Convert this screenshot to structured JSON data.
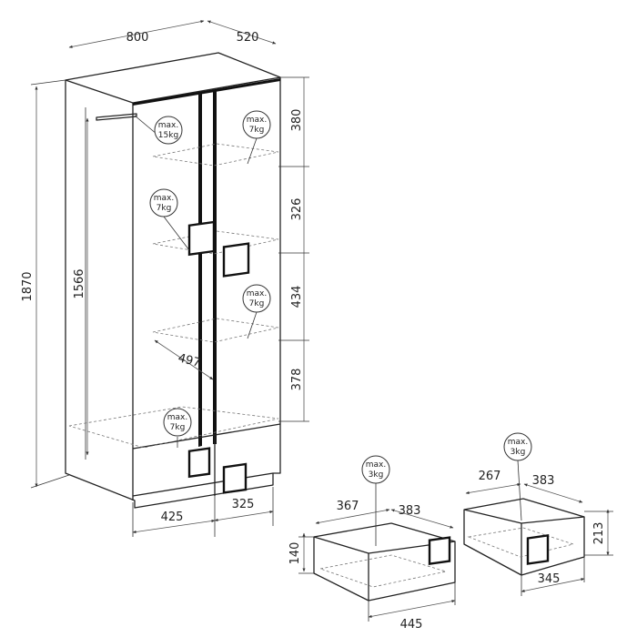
{
  "wardrobe": {
    "dimensions": {
      "width": "800",
      "depth": "520",
      "height": "1870",
      "inner_height": "1566",
      "door_left_width": "425",
      "door_right_width": "325",
      "shelf_depth": "497"
    },
    "shelf_spacings": [
      "380",
      "326",
      "434",
      "378"
    ],
    "load_badges": [
      {
        "line1": "max.",
        "line2": "15kg"
      },
      {
        "line1": "max.",
        "line2": "7kg"
      },
      {
        "line1": "max.",
        "line2": "7kg"
      },
      {
        "line1": "max.",
        "line2": "7kg"
      },
      {
        "line1": "max.",
        "line2": "7kg"
      }
    ]
  },
  "drawer_left": {
    "width": "445",
    "height": "140",
    "depth_front": "367",
    "depth_back": "383",
    "badge": {
      "line1": "max.",
      "line2": "3kg"
    }
  },
  "drawer_right": {
    "width": "345",
    "height": "213",
    "depth_front": "267",
    "depth_back": "383",
    "badge": {
      "line1": "max.",
      "line2": "3kg"
    }
  }
}
